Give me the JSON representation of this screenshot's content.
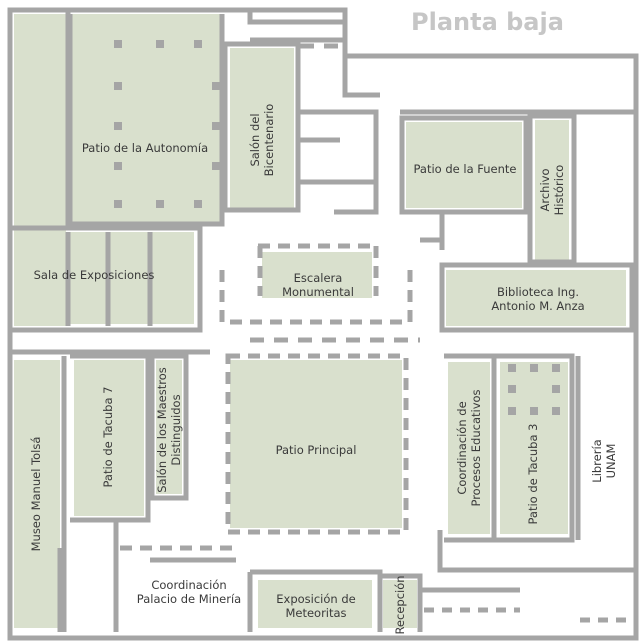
{
  "map": {
    "title": "Planta baja",
    "colors": {
      "wall": "#a5a5a5",
      "room_fill": "#d9e0cd",
      "background": "#ffffff",
      "label": "#3a3a3a",
      "title": "#c6c6c6"
    },
    "rooms": {
      "patio_autonomia": "Patio de la Autonomía",
      "salon_bicentenario": "Salón del\nBicentenario",
      "sala_exposiciones": "Sala de Exposiciones",
      "escalera_monumental": "Escalera\nMonumental",
      "patio_fuente": "Patio de la Fuente",
      "archivo_historico": "Archivo Histórico",
      "biblioteca": "Biblioteca Ing. Antonio M. Anza",
      "museo_tolsa": "Museo Manuel Tolsá",
      "patio_tacuba_7": "Patio de Tacuba 7",
      "salon_maestros": "Salón de los Maestros\nDistinguidos",
      "patio_principal": "Patio Principal",
      "coordinacion_procesos": "Coordinación de\nProcesos Educativos",
      "patio_tacuba_3": "Patio de Tacuba 3",
      "libreria_unam": "Librería UNAM",
      "coordinacion_palacio": "Coordinación\nPalacio de Minería",
      "exposicion_meteoritos": "Exposición de\nMeteoritas",
      "recepcion": "Recepción"
    }
  }
}
